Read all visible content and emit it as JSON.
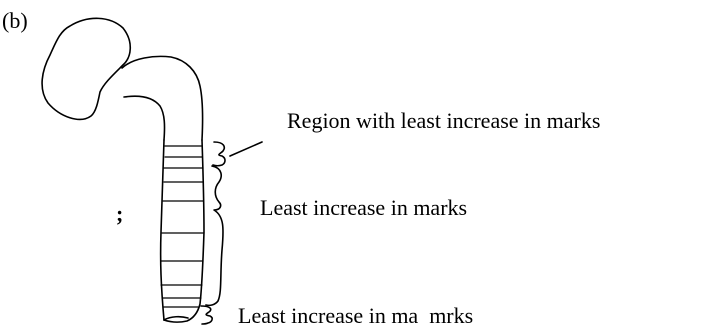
{
  "figure": {
    "panel_label": "(b)",
    "semicolon": ";",
    "annotations": {
      "region_label": "Region with least increase in marks",
      "middle_label": "Least increase in marks",
      "bottom_label": "Least increase in ma  mrks"
    }
  }
}
